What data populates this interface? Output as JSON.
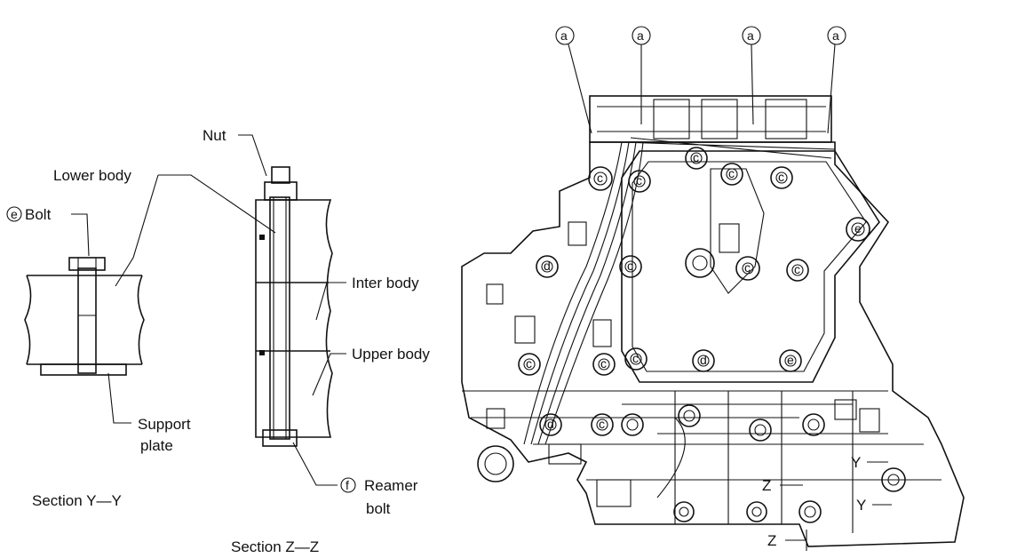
{
  "labels": {
    "nut": "Nut",
    "lower_body": "Lower body",
    "bolt": "Bolt",
    "bolt_mark": "e",
    "inter_body": "Inter body",
    "upper_body": "Upper body",
    "support_plate_1": "Support",
    "support_plate_2": "plate",
    "reamer_mark": "f",
    "reamer_1": "Reamer",
    "reamer_2": "bolt",
    "section_yy": "Section Y—Y",
    "section_zz": "Section Z—Z"
  },
  "callouts": [
    "a",
    "a",
    "a",
    "a"
  ],
  "bolt_letters": [
    "c",
    "c",
    "c",
    "c",
    "c",
    "e",
    "d",
    "c",
    "c",
    "c",
    "c",
    "c",
    "c",
    "d",
    "e",
    "d",
    "c"
  ],
  "section_marks": {
    "y1": "Y",
    "y2": "Y",
    "z1": "Z",
    "z2": "Z"
  }
}
